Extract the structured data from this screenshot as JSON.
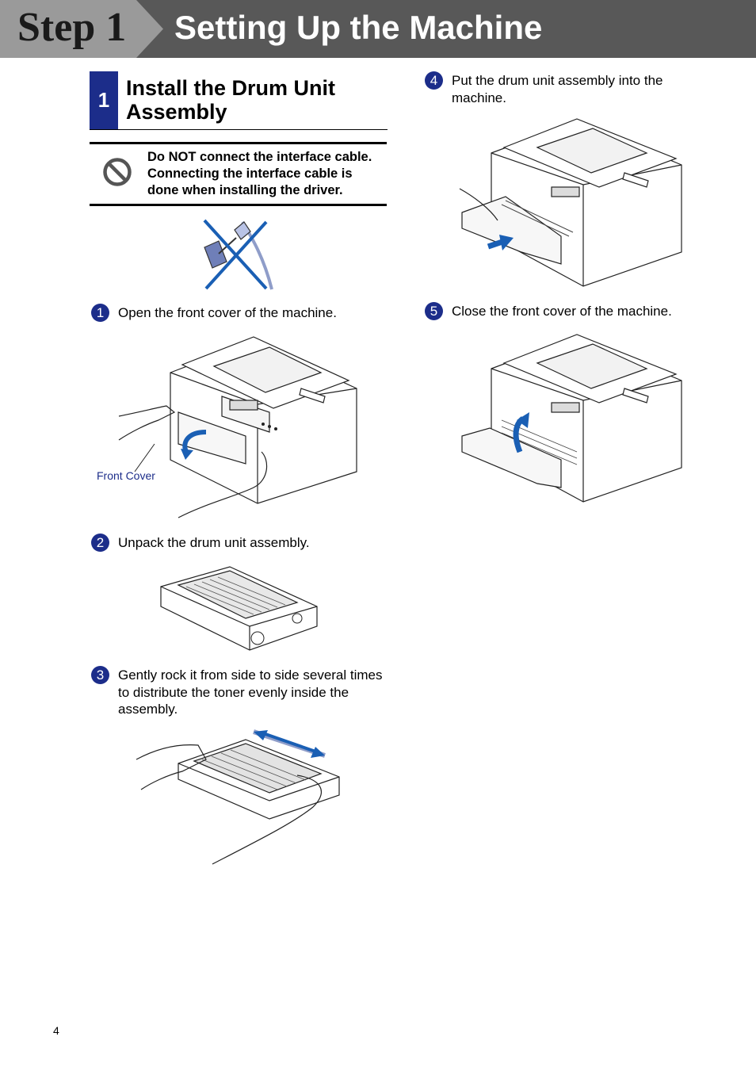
{
  "header": {
    "step_label": "Step 1",
    "title": "Setting Up the Machine"
  },
  "section": {
    "number": "1",
    "title_line1": "Install the Drum Unit",
    "title_line2": "Assembly"
  },
  "warning": {
    "icon": "prohibited-icon",
    "line1": "Do NOT connect the interface cable.",
    "line2": "Connecting the interface cable is",
    "line3": "done when installing the driver."
  },
  "steps": [
    {
      "num": "1",
      "lines": [
        "Open the front cover of the machine."
      ]
    },
    {
      "num": "2",
      "lines": [
        "Unpack the drum unit assembly."
      ]
    },
    {
      "num": "3",
      "lines": [
        "Gently rock it from side to side several times",
        "to distribute the toner evenly inside the",
        "assembly."
      ]
    },
    {
      "num": "4",
      "lines": [
        "Put the drum unit assembly into the",
        "machine."
      ]
    },
    {
      "num": "5",
      "lines": [
        "Close the front cover of the machine."
      ]
    }
  ],
  "figure_captions": {
    "front_cover": "Front Cover"
  },
  "colors": {
    "header_bg": "#585858",
    "accent_blue": "#1c2d8a",
    "arrow_blue": "#1a5fb4"
  },
  "page_number": "4"
}
